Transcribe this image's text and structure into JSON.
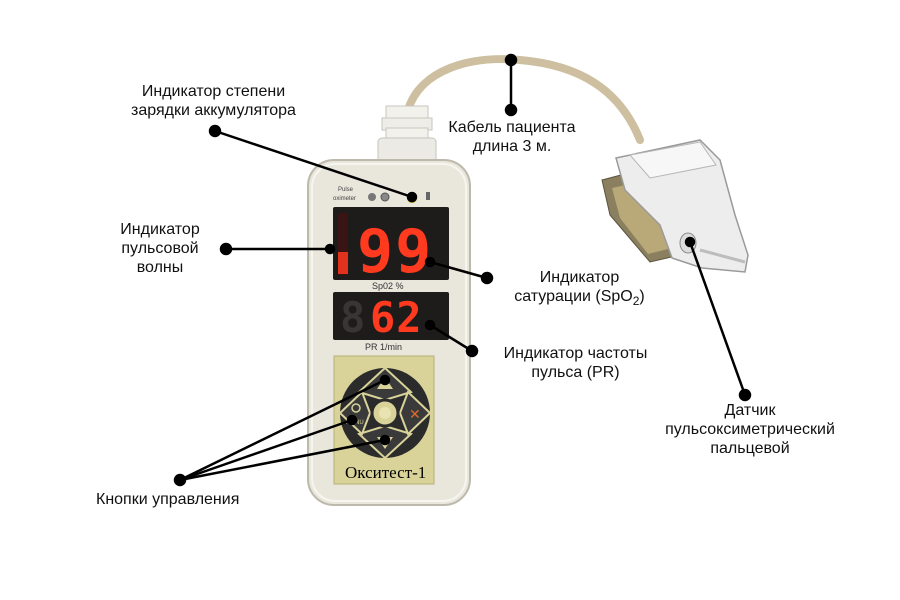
{
  "device": {
    "brand_tiny_line1": "Pulse",
    "brand_tiny_line2": "oximeter",
    "spo2_value": "99",
    "spo2_caption": "Sp02 %",
    "pr_value": "62",
    "pr_caption": "PR 1/min",
    "menu_label": "MENU",
    "model_name": "Окситест-1"
  },
  "labels": {
    "battery": [
      "Индикатор степени",
      "зарядки аккумулятора"
    ],
    "cable": [
      "Кабель пациента",
      "длина 3 м."
    ],
    "pulse_wave": [
      "Индикатор",
      "пульсовой",
      "волны"
    ],
    "saturation_line1": "Индикатор",
    "saturation_line2_prefix": "сатурации (SpO",
    "saturation_sub": "2",
    "saturation_line2_suffix": ")",
    "pulse_rate": [
      "Индикатор частоты",
      "пульса (PR)"
    ],
    "buttons": "Кнопки управления",
    "sensor": [
      "Датчик",
      "пульсоксиметрический",
      "пальцевой"
    ]
  },
  "colors": {
    "led_red": "#ff3a1f",
    "device_body": "#e9e6dc",
    "keypad_bg": "#d9d39a",
    "keys": "#2b2b2b",
    "callout": "#000000"
  }
}
